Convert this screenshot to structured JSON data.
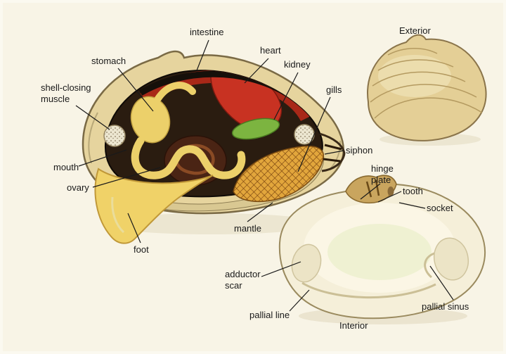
{
  "figure": {
    "subject": "Clam anatomy diagram"
  },
  "labels": {
    "intestine": "intestine",
    "heart": "heart",
    "kidney": "kidney",
    "stomach": "stomach",
    "shell_closing_muscle": "shell-closing\nmuscle",
    "gills": "gills",
    "siphon": "siphon",
    "mouth": "mouth",
    "ovary": "ovary",
    "mantle": "mantle",
    "foot": "foot",
    "exterior": "Exterior",
    "hinge_plate": "hinge\nplate",
    "tooth": "tooth",
    "socket": "socket",
    "adductor_scar": "adductor\nscar",
    "pallial_line": "pallial line",
    "pallial_sinus": "pallial sinus",
    "interior": "Interior"
  },
  "colors": {
    "background": "#f8f4e6",
    "shell": "#e6d49e",
    "shell_stroke": "#8a744a",
    "body_cavity": "#2a1c10",
    "heart": "#c83222",
    "kidney": "#7cb440",
    "digestive_yellow": "#ecd06a",
    "intestine_coil": "#4a2414",
    "gills": "#e2a63c",
    "foot": "#f0d268",
    "adductor_muscle": "#ece6d0",
    "exterior_shell": "#e4cf96",
    "interior_shell": "#f5efd9",
    "hinge_plate": "#c9a55e",
    "muscle_scar": "#ece4c6",
    "label_text": "#191919"
  }
}
